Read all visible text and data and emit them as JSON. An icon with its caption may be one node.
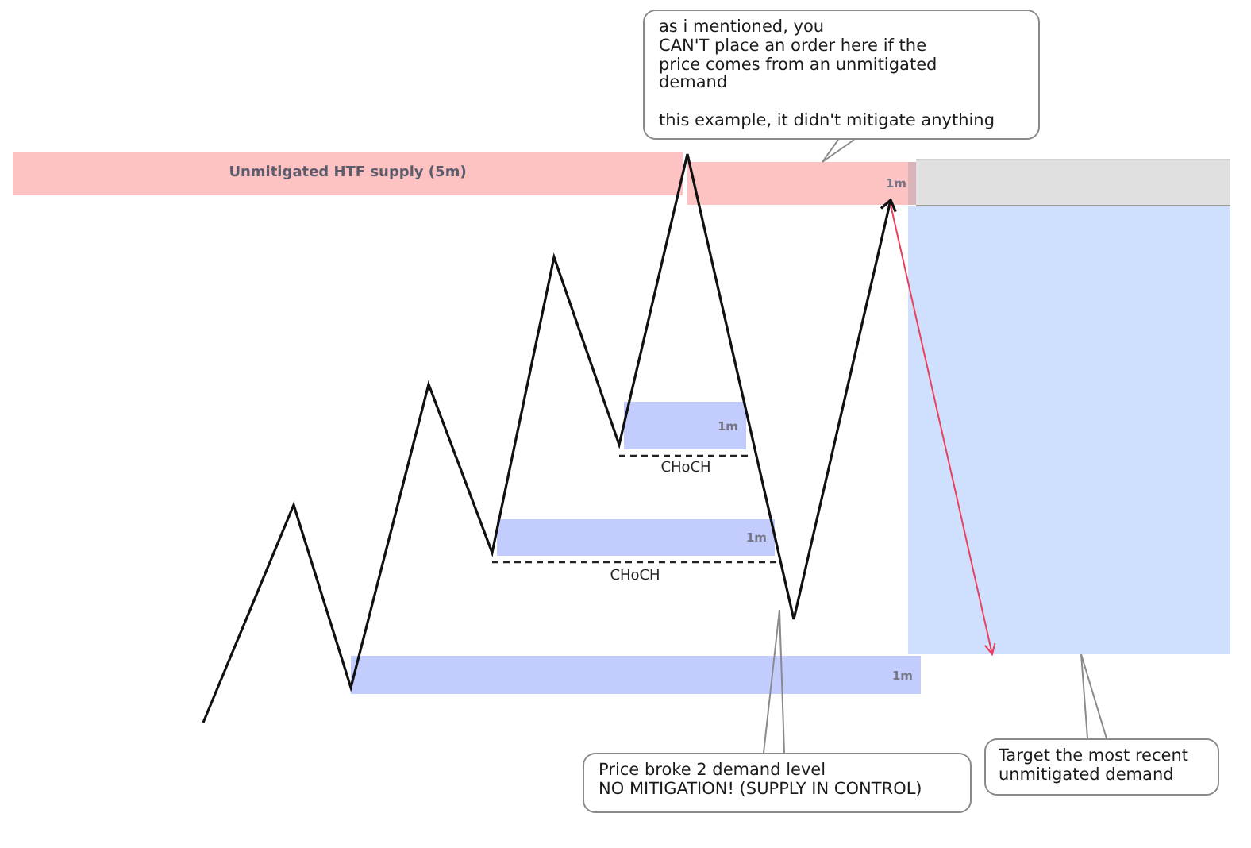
{
  "diagram": {
    "nodes": [
      {
        "text": [
          "as i mentioned, you",
          "CAN'T place an order here if the price comes from an unmitigated demand",
          "this example, it didn't mitigate anything"
        ]
      },
      {
        "text": [
          "Unmitigated HTF supply (5m)"
        ]
      },
      {
        "text": [
          "1m"
        ]
      },
      {
        "text": [],
        "shape": "box"
      },
      {
        "text": [],
        "shape": "box"
      },
      {
        "text": [
          "1m"
        ]
      },
      {
        "text": [
          "1m"
        ]
      },
      {
        "text": [
          "1m"
        ]
      },
      {
        "text": [
          "Price broke 2 demand level",
          "NO MITIGATION! (SUPPLY IN CONTROL)"
        ]
      },
      {
        "text": [
          "Target the most recent unmitigated demand"
        ]
      }
    ],
    "edges": [
      {
        "from": 0,
        "to": 2,
        "arrow": "none"
      },
      {
        "from": 2,
        "to": 4,
        "arrow": "to",
        "color": "#e8415b"
      },
      {
        "from": 8,
        "to": null,
        "arrow": "none"
      },
      {
        "from": 9,
        "to": 4,
        "arrow": "none"
      }
    ],
    "labels": [
      "CHoCH",
      "CHoCH"
    ]
  }
}
